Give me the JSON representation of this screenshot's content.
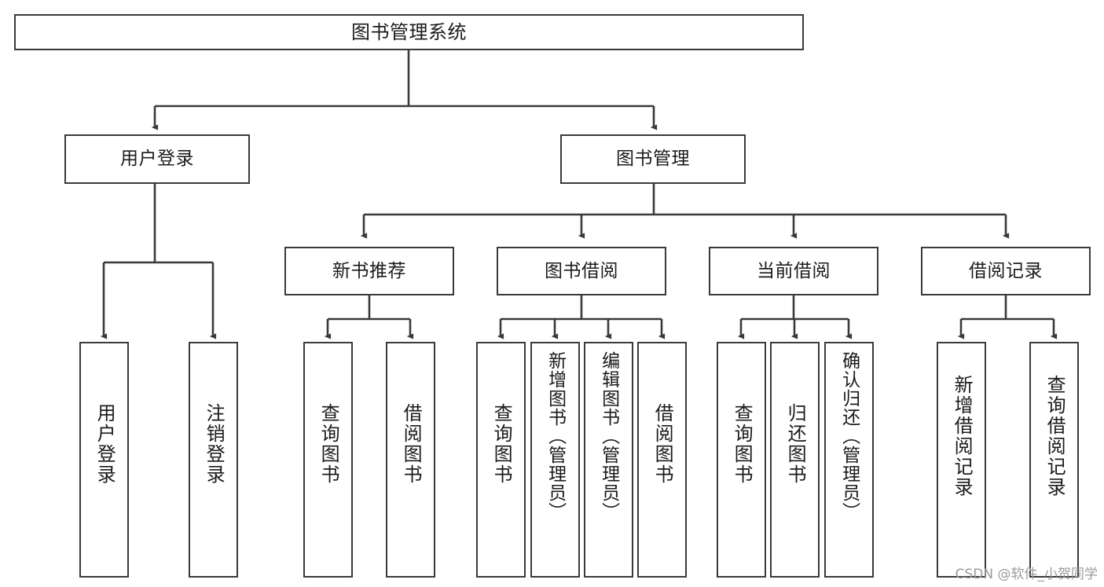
{
  "diagram": {
    "title": "图书管理系统",
    "type": "tree-hierarchy-diagram",
    "stroke_color": "#3a3a3a",
    "fill_color": "#ffffff",
    "text_color": "#1b1b1b",
    "watermark": "CSDN @软件_小贺同学",
    "levels": {
      "root": "图书管理系统",
      "level1": [
        "用户登录",
        "图书管理"
      ],
      "level2": [
        "新书推荐",
        "图书借阅",
        "当前借阅",
        "借阅记录"
      ]
    },
    "nodes": {
      "root": {
        "label": "图书管理系统"
      },
      "user_login": {
        "label": "用户登录"
      },
      "book_manage": {
        "label": "图书管理"
      },
      "new_book_rec": {
        "label": "新书推荐"
      },
      "book_borrow": {
        "label": "图书借阅"
      },
      "current_borrow": {
        "label": "当前借阅"
      },
      "borrow_record": {
        "label": "借阅记录"
      },
      "leaf_user_login": {
        "label": "用户登录"
      },
      "leaf_logout": {
        "label": "注销登录"
      },
      "leaf_query_book_1": {
        "label": "查询图书"
      },
      "leaf_borrow_book_1": {
        "label": "借阅图书"
      },
      "leaf_query_book_2": {
        "label": "查询图书"
      },
      "leaf_add_book": {
        "label": "新增图书（管理员）"
      },
      "leaf_edit_book": {
        "label": "编辑图书（管理员）"
      },
      "leaf_borrow_book_2": {
        "label": "借阅图书"
      },
      "leaf_query_book_3": {
        "label": "查询图书"
      },
      "leaf_return_book": {
        "label": "归还图书"
      },
      "leaf_confirm_return": {
        "label": "确认归还（管理员）"
      },
      "leaf_add_record": {
        "label": "新增借阅记录"
      },
      "leaf_query_record": {
        "label": "查询借阅记录"
      }
    }
  }
}
